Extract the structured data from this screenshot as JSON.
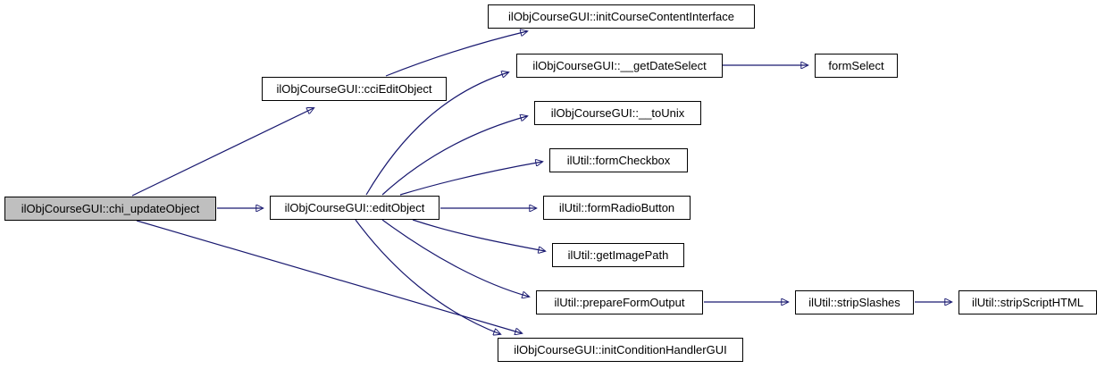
{
  "diagram": {
    "kind": "call-graph",
    "colors": {
      "edge": "#191970",
      "node_border": "#000000",
      "node_fill": "#ffffff",
      "highlighted_node_fill": "#bfbfbf",
      "text": "#000000",
      "background": "#ffffff"
    },
    "nodes": [
      {
        "id": "chi_updateObject",
        "label": "ilObjCourseGUI::chi_updateObject",
        "highlighted": true
      },
      {
        "id": "cciEditObject",
        "label": "ilObjCourseGUI::cciEditObject",
        "highlighted": false
      },
      {
        "id": "editObject",
        "label": "ilObjCourseGUI::editObject",
        "highlighted": false
      },
      {
        "id": "initCourseContentInterface",
        "label": "ilObjCourseGUI::initCourseContentInterface",
        "highlighted": false
      },
      {
        "id": "getDateSelect",
        "label": "ilObjCourseGUI::__getDateSelect",
        "highlighted": false
      },
      {
        "id": "formSelect",
        "label": "formSelect",
        "highlighted": false
      },
      {
        "id": "toUnix",
        "label": "ilObjCourseGUI::__toUnix",
        "highlighted": false
      },
      {
        "id": "formCheckbox",
        "label": "ilUtil::formCheckbox",
        "highlighted": false
      },
      {
        "id": "formRadioButton",
        "label": "ilUtil::formRadioButton",
        "highlighted": false
      },
      {
        "id": "getImagePath",
        "label": "ilUtil::getImagePath",
        "highlighted": false
      },
      {
        "id": "prepareFormOutput",
        "label": "ilUtil::prepareFormOutput",
        "highlighted": false
      },
      {
        "id": "stripSlashes",
        "label": "ilUtil::stripSlashes",
        "highlighted": false
      },
      {
        "id": "stripScriptHTML",
        "label": "ilUtil::stripScriptHTML",
        "highlighted": false
      },
      {
        "id": "initConditionHandlerGUI",
        "label": "ilObjCourseGUI::initConditionHandlerGUI",
        "highlighted": false
      }
    ],
    "edges": [
      {
        "from": "chi_updateObject",
        "to": "cciEditObject"
      },
      {
        "from": "chi_updateObject",
        "to": "editObject"
      },
      {
        "from": "chi_updateObject",
        "to": "initConditionHandlerGUI"
      },
      {
        "from": "cciEditObject",
        "to": "initCourseContentInterface"
      },
      {
        "from": "editObject",
        "to": "getDateSelect"
      },
      {
        "from": "editObject",
        "to": "toUnix"
      },
      {
        "from": "editObject",
        "to": "formCheckbox"
      },
      {
        "from": "editObject",
        "to": "formRadioButton"
      },
      {
        "from": "editObject",
        "to": "getImagePath"
      },
      {
        "from": "editObject",
        "to": "prepareFormOutput"
      },
      {
        "from": "editObject",
        "to": "initConditionHandlerGUI"
      },
      {
        "from": "getDateSelect",
        "to": "formSelect"
      },
      {
        "from": "prepareFormOutput",
        "to": "stripSlashes"
      },
      {
        "from": "stripSlashes",
        "to": "stripScriptHTML"
      }
    ]
  }
}
